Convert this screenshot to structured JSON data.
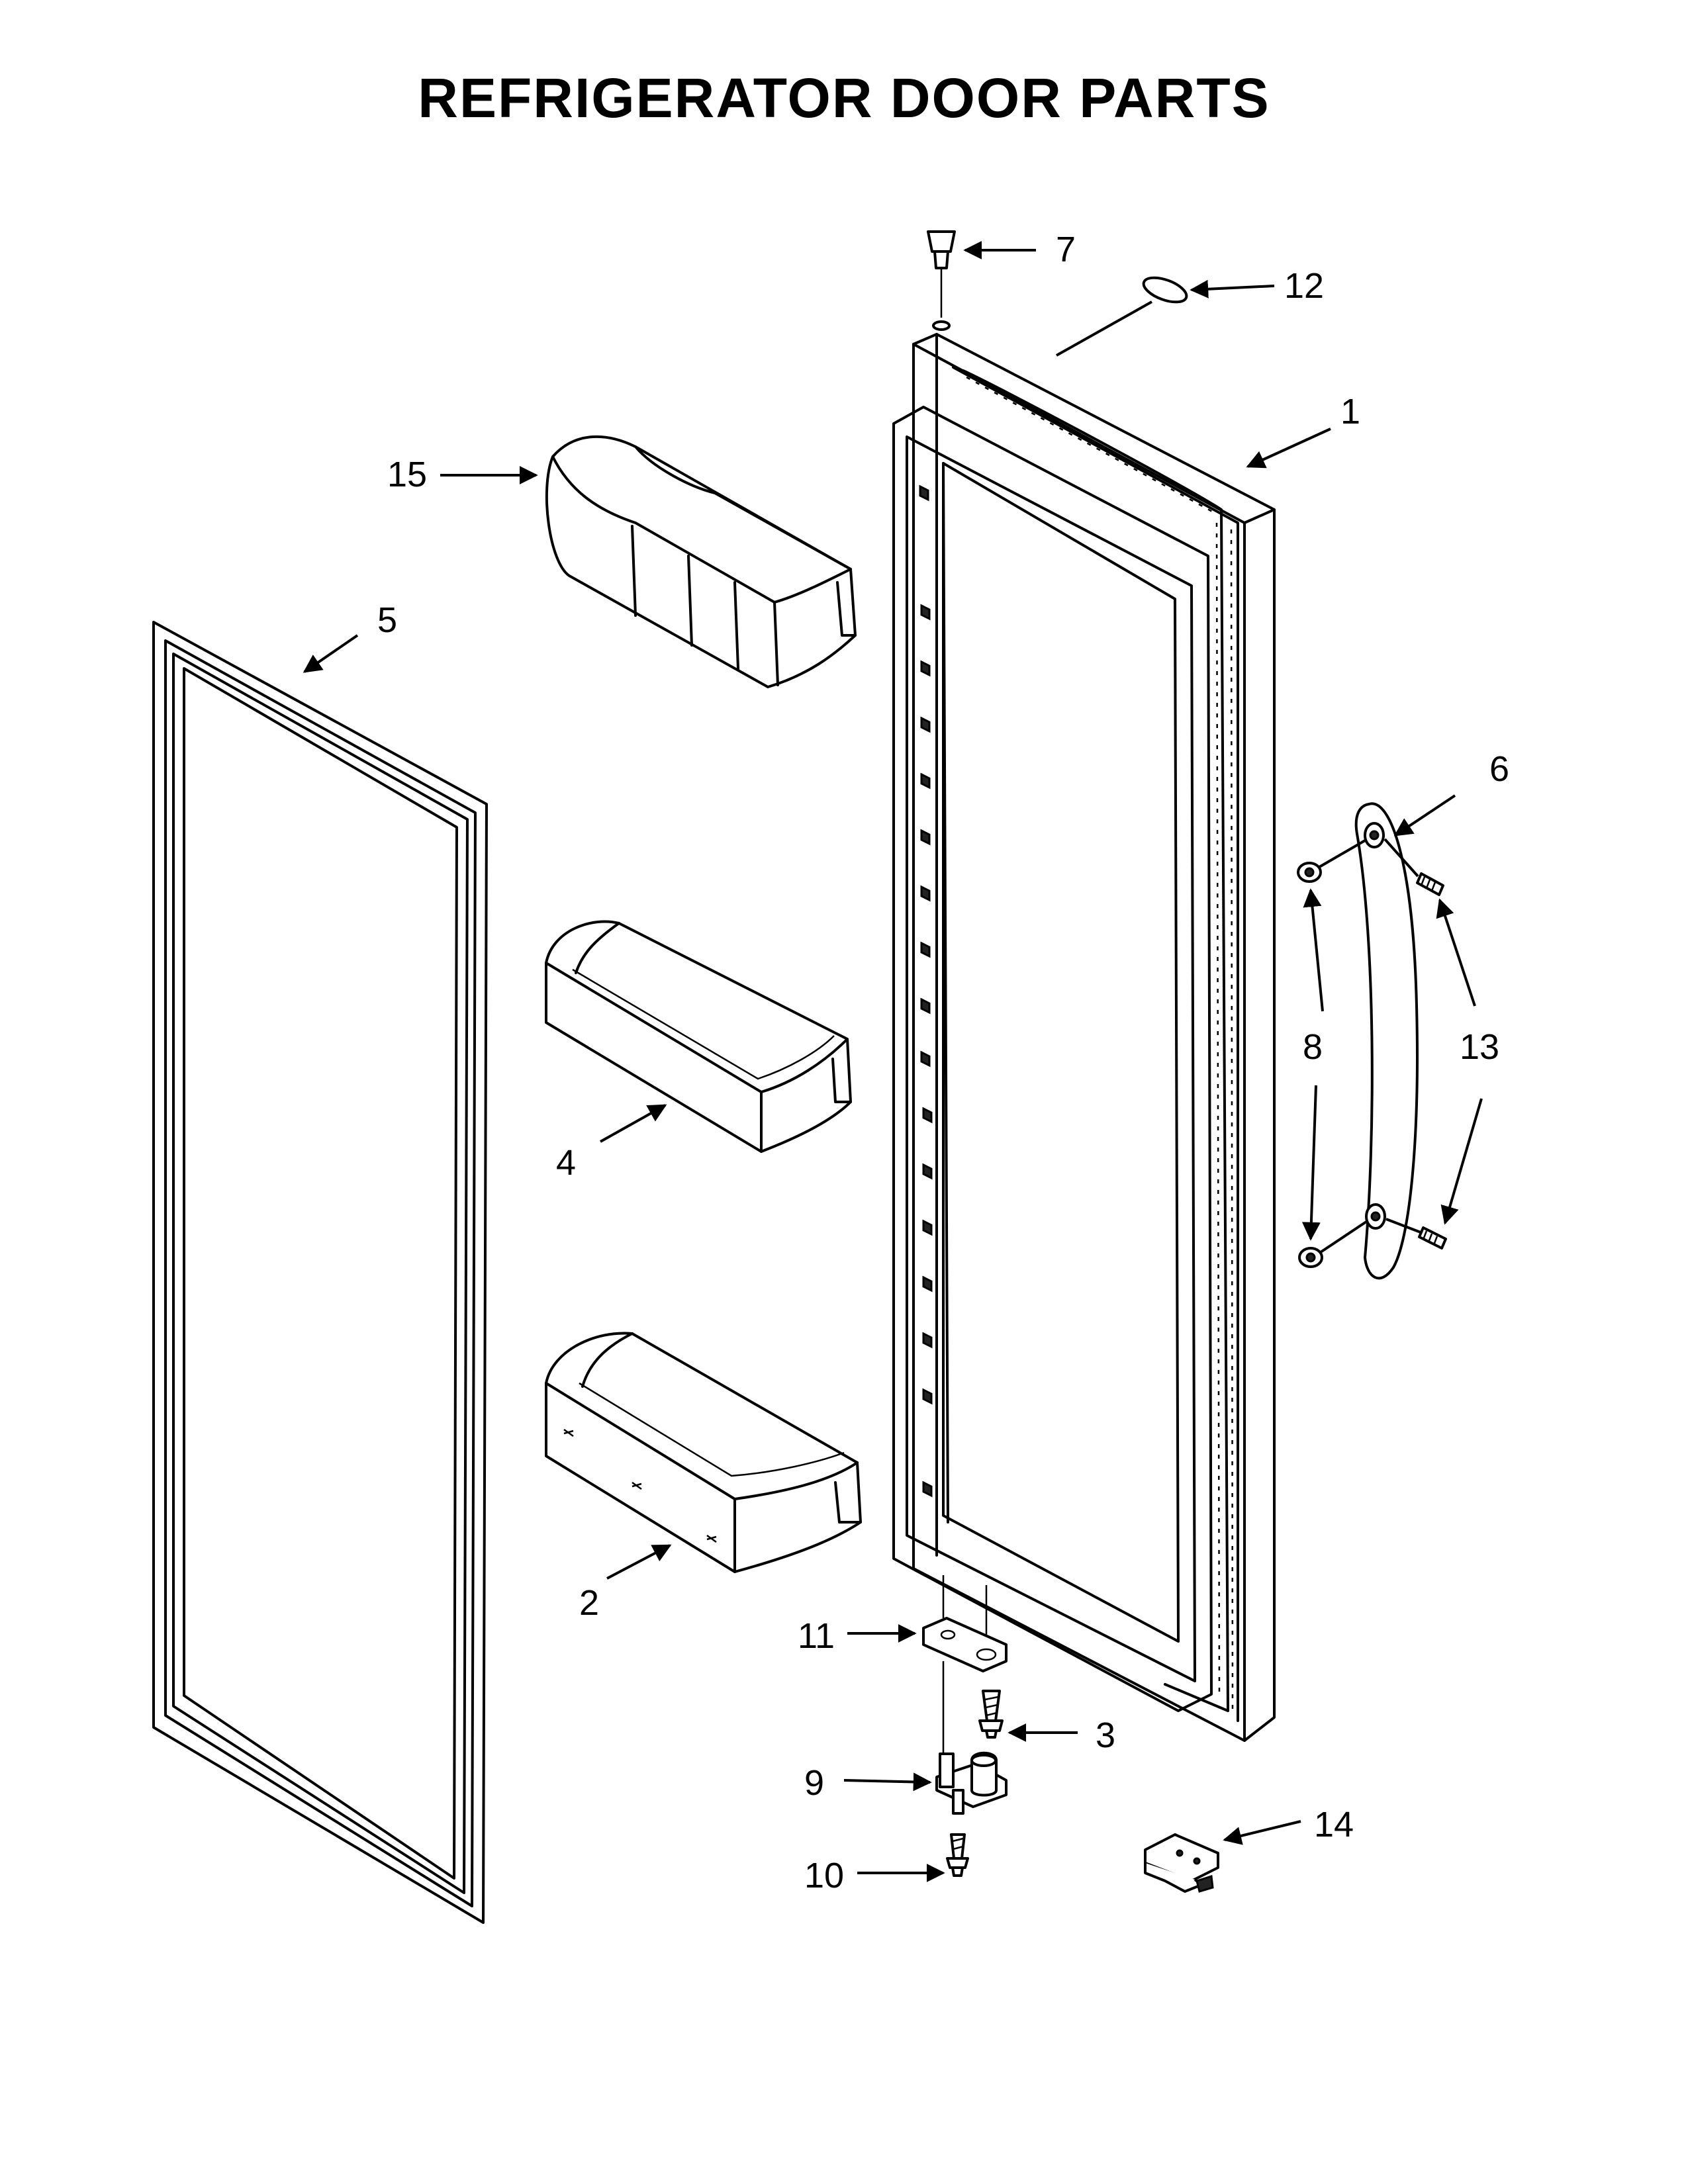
{
  "title": "REFRIGERATOR DOOR PARTS",
  "callouts": [
    {
      "id": "label-1",
      "text": "1"
    },
    {
      "id": "label-2",
      "text": "2"
    },
    {
      "id": "label-3",
      "text": "3"
    },
    {
      "id": "label-4",
      "text": "4"
    },
    {
      "id": "label-5",
      "text": "5"
    },
    {
      "id": "label-6",
      "text": "6"
    },
    {
      "id": "label-7",
      "text": "7"
    },
    {
      "id": "label-8",
      "text": "8"
    },
    {
      "id": "label-9",
      "text": "9"
    },
    {
      "id": "label-10",
      "text": "10"
    },
    {
      "id": "label-11",
      "text": "11"
    },
    {
      "id": "label-12",
      "text": "12"
    },
    {
      "id": "label-13",
      "text": "13"
    },
    {
      "id": "label-14",
      "text": "14"
    },
    {
      "id": "label-15",
      "text": "15"
    }
  ]
}
